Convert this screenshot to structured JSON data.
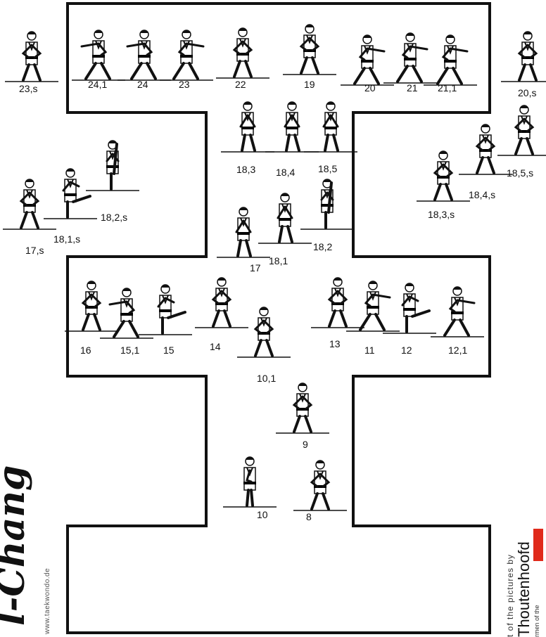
{
  "title": "l-Chang",
  "website": "www.taekwondo.de",
  "credit": {
    "line1": "t of the pictures by",
    "line2": "Thoutenhoofd",
    "line3": "rmen of the"
  },
  "colors": {
    "line": "#111111",
    "accent": "#e02a1b",
    "belt": "#000000"
  },
  "moves": [
    {
      "label": "23,s"
    },
    {
      "label": "24,1"
    },
    {
      "label": "24"
    },
    {
      "label": "23"
    },
    {
      "label": "22"
    },
    {
      "label": "19"
    },
    {
      "label": "20"
    },
    {
      "label": "21"
    },
    {
      "label": "21,1"
    },
    {
      "label": "20,s"
    },
    {
      "label": "18,3"
    },
    {
      "label": "18,4"
    },
    {
      "label": "18,5"
    },
    {
      "label": "18,3,s"
    },
    {
      "label": "18,4,s"
    },
    {
      "label": "18,5,s"
    },
    {
      "label": "17,s"
    },
    {
      "label": "18,1,s"
    },
    {
      "label": "18,2,s"
    },
    {
      "label": "17"
    },
    {
      "label": "18,1"
    },
    {
      "label": "18,2"
    },
    {
      "label": "16"
    },
    {
      "label": "15,1"
    },
    {
      "label": "15"
    },
    {
      "label": "14"
    },
    {
      "label": "10,1"
    },
    {
      "label": "13"
    },
    {
      "label": "11"
    },
    {
      "label": "12"
    },
    {
      "label": "12,1"
    },
    {
      "label": "9"
    },
    {
      "label": "10"
    },
    {
      "label": "8"
    }
  ]
}
